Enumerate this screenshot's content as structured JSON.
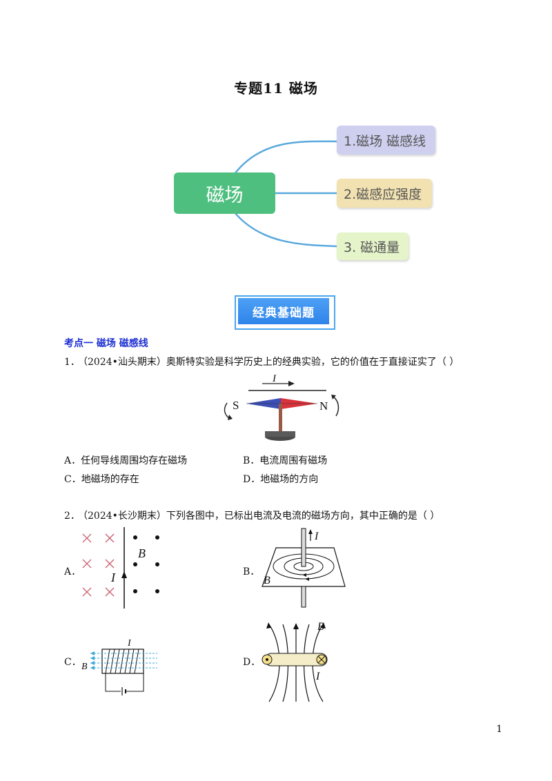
{
  "title": "专题11  磁场",
  "mindmap": {
    "root": "磁场",
    "branches": [
      {
        "label": "1.磁场 磁感线",
        "bg": "#cfd0ef"
      },
      {
        "label": "2.磁感应强度",
        "bg": "#f2e2b1"
      },
      {
        "label": "3. 磁通量",
        "bg": "#e5f4c9"
      }
    ],
    "line_color": "#59a9dd",
    "root_color": "#4fbf80"
  },
  "banner": "经典基础题",
  "section_heading": "考点一  磁场  磁感线",
  "questions": [
    {
      "number": "1．",
      "text": "（2024•汕头期末）奥斯特实验是科学历史上的经典实验，它的价值在于直接证实了（        ）",
      "figure": {
        "current": "I",
        "south": "S",
        "north": "N"
      },
      "options": [
        "A．任何导线周围均存在磁场",
        "B．电流周围有磁场",
        "C．地磁场的存在",
        "D．地磁场的方向"
      ]
    },
    {
      "number": "2．",
      "text": "（2024•长沙期末）下列各图中，已标出电流及电流的磁场方向，其中正确的是（        ）",
      "option_labels": [
        "A．",
        "B．",
        "C．",
        "D．"
      ],
      "figure_symbols": {
        "current": "I",
        "field": "B"
      }
    }
  ],
  "page_number": "1"
}
